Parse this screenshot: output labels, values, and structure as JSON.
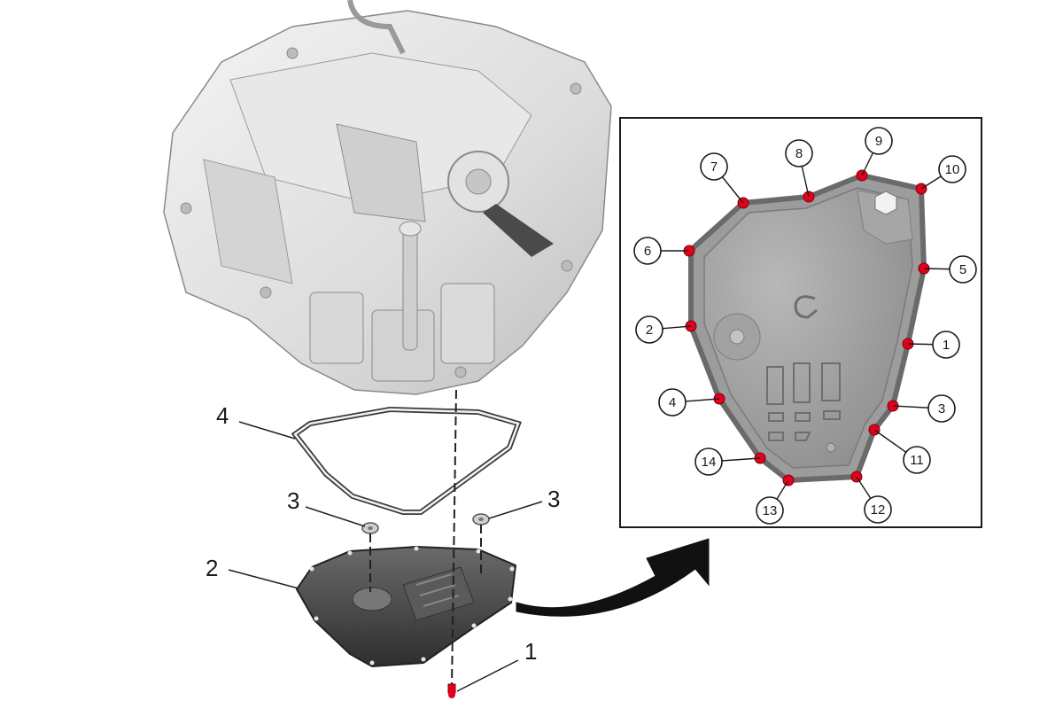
{
  "exploded_view": {
    "callouts": [
      {
        "id": "part-1",
        "label": "1"
      },
      {
        "id": "part-2",
        "label": "2"
      },
      {
        "id": "part-3-left",
        "label": "3"
      },
      {
        "id": "part-3-right",
        "label": "3"
      },
      {
        "id": "part-4",
        "label": "4"
      }
    ]
  },
  "bolt_sequence_detail": {
    "bolts": [
      "1",
      "2",
      "3",
      "4",
      "5",
      "6",
      "7",
      "8",
      "9",
      "10",
      "11",
      "12",
      "13",
      "14"
    ],
    "bolt_color": "#e3001b"
  }
}
